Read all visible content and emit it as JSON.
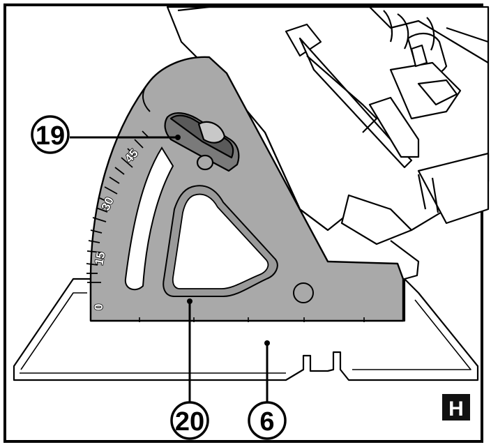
{
  "figure_label": "H",
  "callouts": [
    {
      "id": "callout-19",
      "number": "19",
      "part": "bevel-lock-knob"
    },
    {
      "id": "callout-20",
      "number": "20",
      "part": "bevel-scale-bracket"
    },
    {
      "id": "callout-6",
      "number": "6",
      "part": "base-plate"
    }
  ],
  "bevel_scale": {
    "ticks_labeled": [
      "0",
      "15",
      "30",
      "45"
    ]
  }
}
